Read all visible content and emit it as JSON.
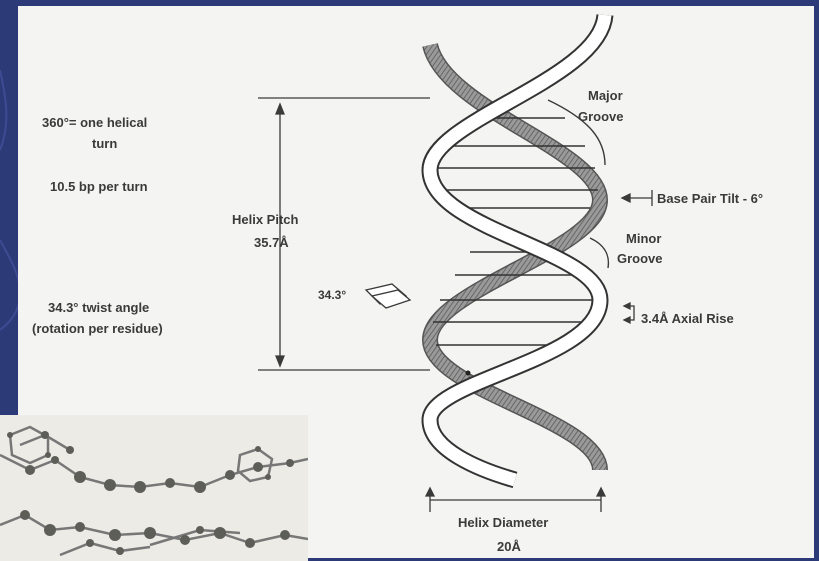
{
  "slide": {
    "background": "#2d3a78",
    "panel_color": "#f4f4f2"
  },
  "labels": {
    "helical_turn_line1": "360°= one helical",
    "helical_turn_line2": "turn",
    "bp_per_turn": "10.5 bp per turn",
    "helix_pitch_line1": "Helix Pitch",
    "helix_pitch_line2": "35.7Å",
    "twist_angle_value": "34.3°",
    "twist_line1": "34.3° twist angle",
    "twist_line2": "(rotation per residue)",
    "major_groove_line1": "Major",
    "major_groove_line2": "Groove",
    "base_pair_tilt": "Base Pair Tilt - 6°",
    "minor_groove_line1": "Minor",
    "minor_groove_line2": "Groove",
    "axial_rise": "3.4Å Axial Rise",
    "helix_diameter_line1": "Helix Diameter",
    "helix_diameter_line2": "20Å"
  },
  "colors": {
    "strand_front": "#ffffff",
    "strand_back": "#8a8a8a",
    "ink": "#3a3a3a",
    "photo_atoms": "#6a6a64"
  },
  "icons": {
    "photo": "molecular-ball-and-stick-photo"
  }
}
